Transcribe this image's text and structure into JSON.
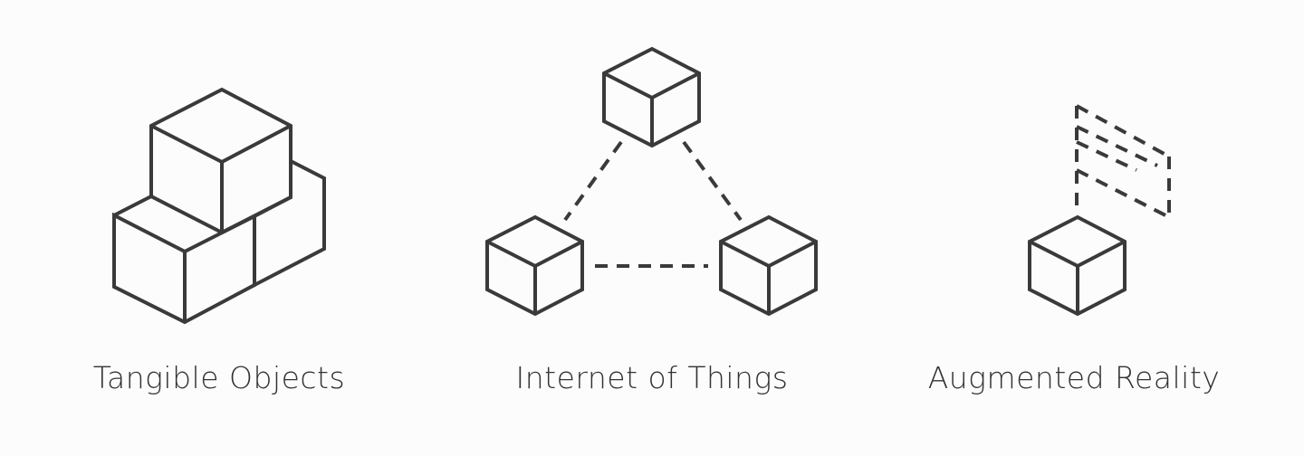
{
  "sections": [
    {
      "label": "Tangible Objects",
      "icon": "stacked-cubes-icon"
    },
    {
      "label": "Internet of Things",
      "icon": "connected-cubes-icon"
    },
    {
      "label": "Augmented Reality",
      "icon": "cube-with-overlay-icon"
    }
  ],
  "colors": {
    "background": "#fcfcfc",
    "stroke": "#3a3a3a",
    "text": "#333333"
  }
}
